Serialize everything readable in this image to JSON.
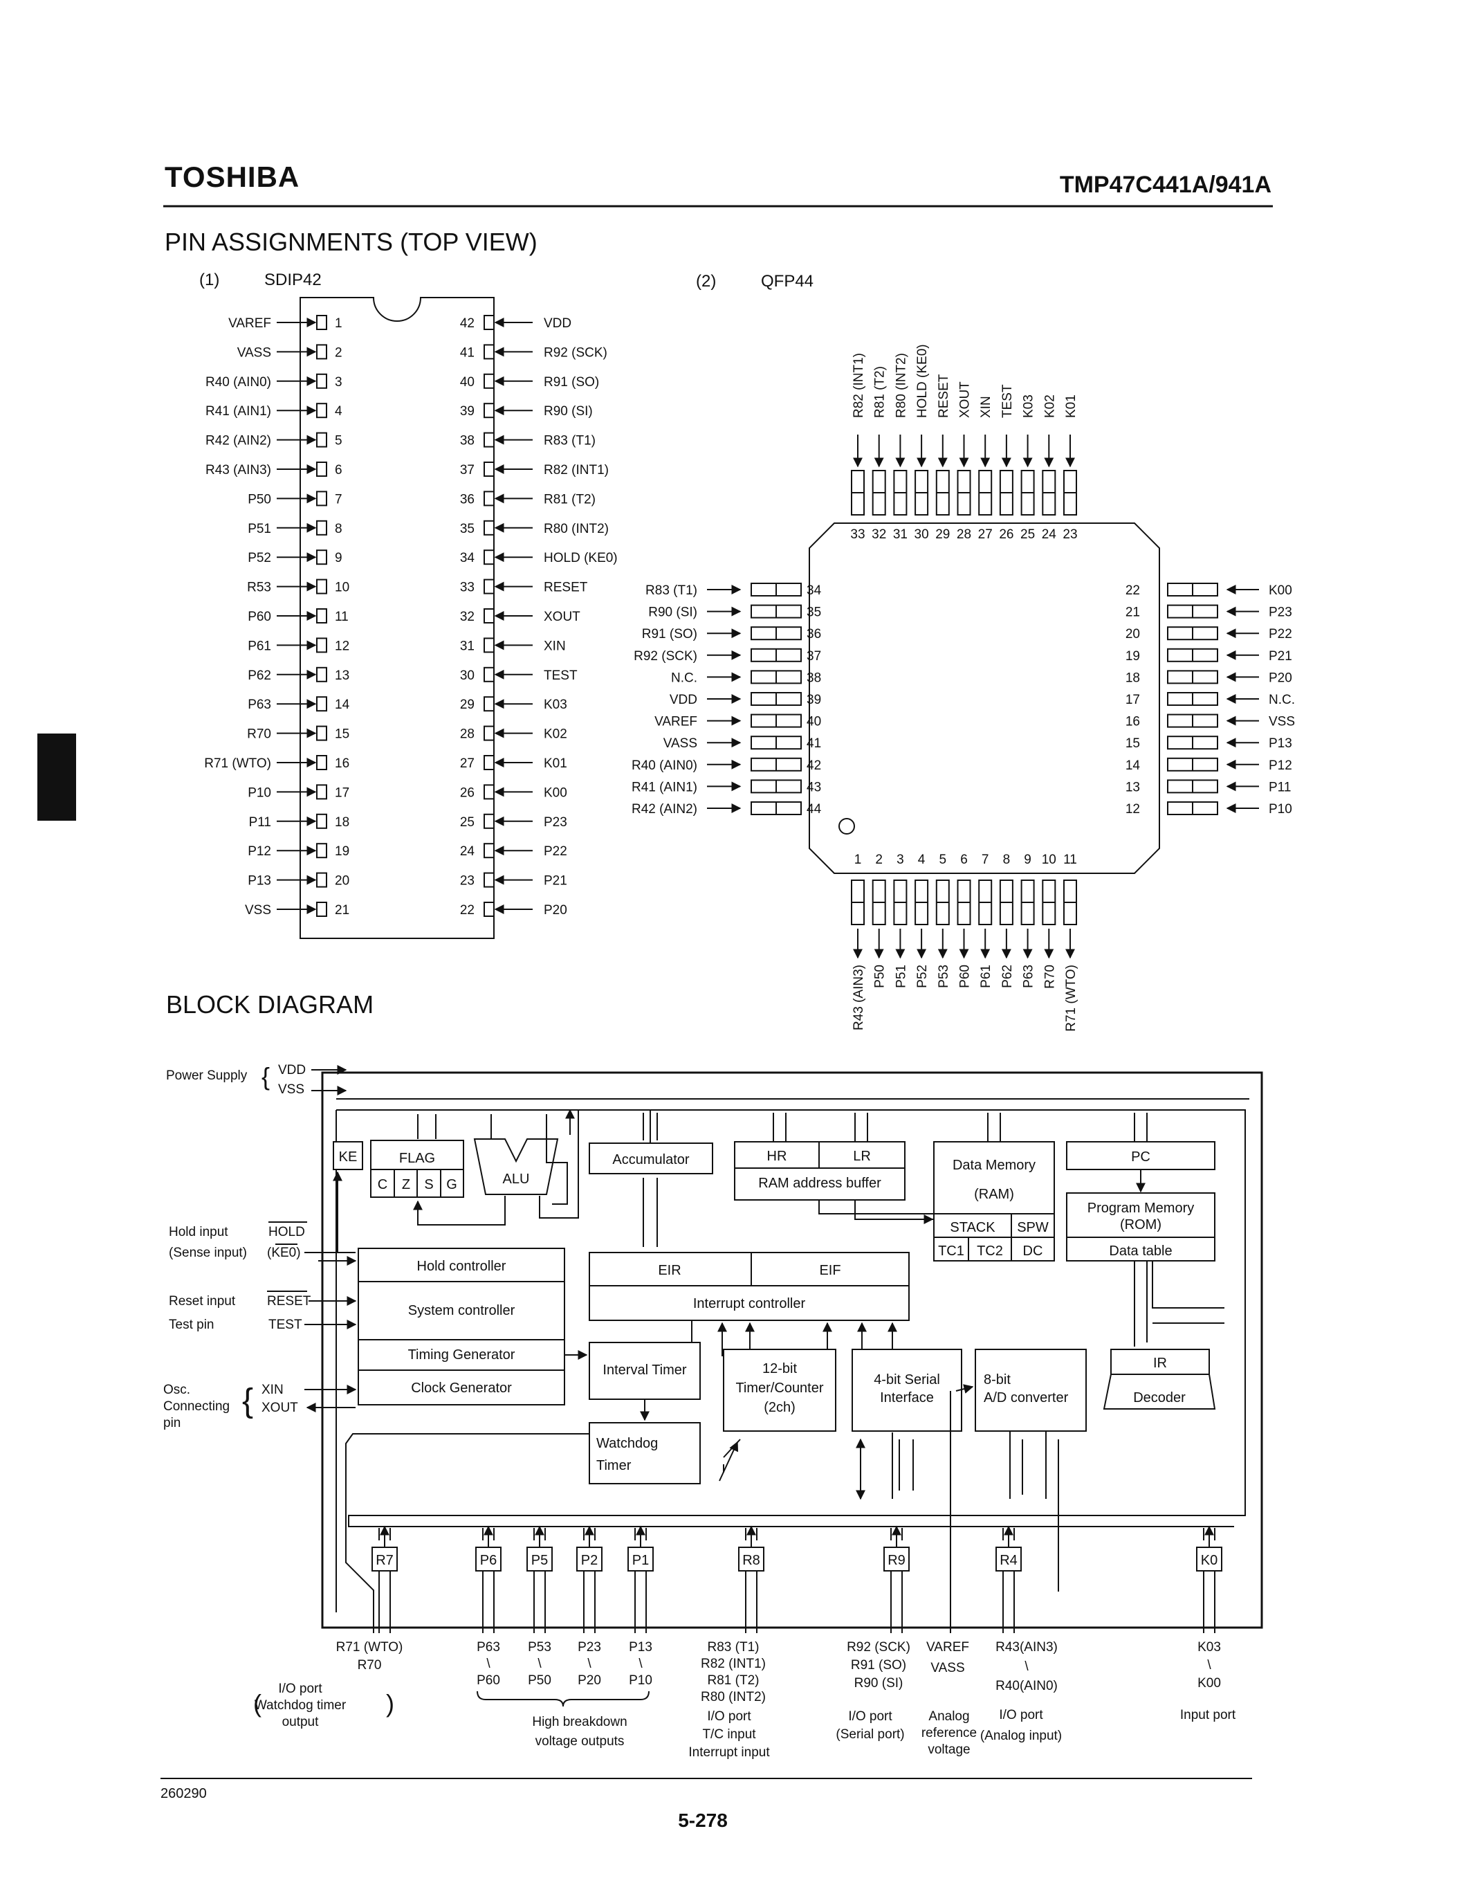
{
  "header": {
    "brand": "TOSHIBA",
    "part_number": "TMP47C441A/941A"
  },
  "pin_section": {
    "title": "PIN ASSIGNMENTS (TOP VIEW)",
    "sdip": {
      "index": "(1)",
      "name": "SDIP42"
    },
    "qfp": {
      "index": "(2)",
      "name": "QFP44"
    }
  },
  "sdip_pins": {
    "left": [
      {
        "n": "1",
        "label": "VAREF"
      },
      {
        "n": "2",
        "label": "VASS"
      },
      {
        "n": "3",
        "label": "R40 (AIN0)"
      },
      {
        "n": "4",
        "label": "R41 (AIN1)"
      },
      {
        "n": "5",
        "label": "R42 (AIN2)"
      },
      {
        "n": "6",
        "label": "R43 (AIN3)"
      },
      {
        "n": "7",
        "label": "P50"
      },
      {
        "n": "8",
        "label": "P51"
      },
      {
        "n": "9",
        "label": "P52"
      },
      {
        "n": "10",
        "label": "R53"
      },
      {
        "n": "11",
        "label": "P60"
      },
      {
        "n": "12",
        "label": "P61"
      },
      {
        "n": "13",
        "label": "P62"
      },
      {
        "n": "14",
        "label": "P63"
      },
      {
        "n": "15",
        "label": "R70"
      },
      {
        "n": "16",
        "label": "R71 (WTO)"
      },
      {
        "n": "17",
        "label": "P10"
      },
      {
        "n": "18",
        "label": "P11"
      },
      {
        "n": "19",
        "label": "P12"
      },
      {
        "n": "20",
        "label": "P13"
      },
      {
        "n": "21",
        "label": "VSS"
      }
    ],
    "right": [
      {
        "n": "42",
        "label": "VDD"
      },
      {
        "n": "41",
        "label": "R92 (SCK)"
      },
      {
        "n": "40",
        "label": "R91 (SO)"
      },
      {
        "n": "39",
        "label": "R90 (SI)"
      },
      {
        "n": "38",
        "label": "R83 (T1)"
      },
      {
        "n": "37",
        "label": "R82 (INT1)"
      },
      {
        "n": "36",
        "label": "R81 (T2)"
      },
      {
        "n": "35",
        "label": "R80 (INT2)"
      },
      {
        "n": "34",
        "label": "HOLD (KE0)"
      },
      {
        "n": "33",
        "label": "RESET"
      },
      {
        "n": "32",
        "label": "XOUT"
      },
      {
        "n": "31",
        "label": "XIN"
      },
      {
        "n": "30",
        "label": "TEST"
      },
      {
        "n": "29",
        "label": "K03"
      },
      {
        "n": "28",
        "label": "K02"
      },
      {
        "n": "27",
        "label": "K01"
      },
      {
        "n": "26",
        "label": "K00"
      },
      {
        "n": "25",
        "label": "P23"
      },
      {
        "n": "24",
        "label": "P22"
      },
      {
        "n": "23",
        "label": "P21"
      },
      {
        "n": "22",
        "label": "P20"
      }
    ]
  },
  "qfp_pins": {
    "top": [
      {
        "n": "33",
        "label": "R82 (INT1)"
      },
      {
        "n": "32",
        "label": "R81 (T2)"
      },
      {
        "n": "31",
        "label": "R80 (INT2)"
      },
      {
        "n": "30",
        "label": "HOLD (KE0)"
      },
      {
        "n": "29",
        "label": "RESET"
      },
      {
        "n": "28",
        "label": "XOUT"
      },
      {
        "n": "27",
        "label": "XIN"
      },
      {
        "n": "26",
        "label": "TEST"
      },
      {
        "n": "25",
        "label": "K03"
      },
      {
        "n": "24",
        "label": "K02"
      },
      {
        "n": "23",
        "label": "K01"
      }
    ],
    "left": [
      {
        "n": "34",
        "label": "R83 (T1)"
      },
      {
        "n": "35",
        "label": "R90 (SI)"
      },
      {
        "n": "36",
        "label": "R91 (SO)"
      },
      {
        "n": "37",
        "label": "R92 (SCK)"
      },
      {
        "n": "38",
        "label": "N.C."
      },
      {
        "n": "39",
        "label": "VDD"
      },
      {
        "n": "40",
        "label": "VAREF"
      },
      {
        "n": "41",
        "label": "VASS"
      },
      {
        "n": "42",
        "label": "R40 (AIN0)"
      },
      {
        "n": "43",
        "label": "R41 (AIN1)"
      },
      {
        "n": "44",
        "label": "R42 (AIN2)"
      }
    ],
    "right": [
      {
        "n": "22",
        "label": "K00"
      },
      {
        "n": "21",
        "label": "P23"
      },
      {
        "n": "20",
        "label": "P22"
      },
      {
        "n": "19",
        "label": "P21"
      },
      {
        "n": "18",
        "label": "P20"
      },
      {
        "n": "17",
        "label": "N.C."
      },
      {
        "n": "16",
        "label": "VSS"
      },
      {
        "n": "15",
        "label": "P13"
      },
      {
        "n": "14",
        "label": "P12"
      },
      {
        "n": "13",
        "label": "P11"
      },
      {
        "n": "12",
        "label": "P10"
      }
    ],
    "bottom": [
      {
        "n": "1",
        "label": "R43 (AIN3)"
      },
      {
        "n": "2",
        "label": "P50"
      },
      {
        "n": "3",
        "label": "P51"
      },
      {
        "n": "4",
        "label": "P52"
      },
      {
        "n": "5",
        "label": "P53"
      },
      {
        "n": "6",
        "label": "P60"
      },
      {
        "n": "7",
        "label": "P61"
      },
      {
        "n": "8",
        "label": "P62"
      },
      {
        "n": "9",
        "label": "P63"
      },
      {
        "n": "10",
        "label": "R70"
      },
      {
        "n": "11",
        "label": "R71 (WTO)"
      }
    ]
  },
  "block": {
    "title": "BLOCK DIAGRAM",
    "power_supply": "Power Supply",
    "vdd": "VDD",
    "vss": "VSS",
    "ke": "KE",
    "flag": "FLAG",
    "flag_bits": [
      "C",
      "Z",
      "S",
      "G"
    ],
    "alu": "ALU",
    "accumulator": "Accumulator",
    "hr": "HR",
    "lr": "LR",
    "ram_address_buffer": "RAM address buffer",
    "data_memory": "Data Memory",
    "ram": "(RAM)",
    "stack": "STACK",
    "spw": "SPW",
    "tc1": "TC1",
    "tc2": "TC2",
    "dc": "DC",
    "pc": "PC",
    "program_memory": "Program Memory",
    "rom": "(ROM)",
    "data_table": "Data table",
    "hold_input": "Hold input",
    "hold": "HOLD",
    "sense_input": "(Sense input)",
    "ke0": "(KE0)",
    "hold_controller": "Hold controller",
    "reset_input": "Reset input",
    "reset": "RESET",
    "test_pin": "Test pin",
    "test": "TEST",
    "system_controller": "System controller",
    "timing_generator": "Timing Generator",
    "clock_generator": "Clock Generator",
    "osc1": "Osc.",
    "osc2": "Connecting",
    "osc3": "pin",
    "xin": "XIN",
    "xout": "XOUT",
    "eir": "EIR",
    "eif": "EIF",
    "interrupt_controller": "Interrupt controller",
    "interval_timer": "Interval Timer",
    "watchdog1": "Watchdog",
    "watchdog2": "Timer",
    "tc_line1": "12-bit",
    "tc_line2": "Timer/Counter",
    "tc_line3": "(2ch)",
    "serial_line1": "4-bit Serial",
    "serial_line2": "Interface",
    "adc_line1": "8-bit",
    "adc_line2": "A/D converter",
    "ir": "IR",
    "decoder": "Decoder",
    "ports": [
      "R7",
      "P6",
      "P5",
      "P2",
      "P1",
      "R8",
      "R9",
      "R4",
      "K0"
    ]
  },
  "port_labels": {
    "r7": [
      "R71 (WTO)",
      "R70"
    ],
    "r7_desc": [
      "I/O port",
      "Watchdog timer",
      "output"
    ],
    "p6": [
      "P63",
      "\\",
      "P60"
    ],
    "p5": [
      "P53",
      "\\",
      "P50"
    ],
    "p2": [
      "P23",
      "\\",
      "P20"
    ],
    "p1": [
      "P13",
      "\\",
      "P10"
    ],
    "hb": [
      "High breakdown",
      "voltage outputs"
    ],
    "r8": [
      "R83 (T1)",
      "R82 (INT1)",
      "R81 (T2)",
      "R80 (INT2)"
    ],
    "r8_desc": [
      "I/O port",
      "T/C input",
      "Interrupt input"
    ],
    "r9": [
      "R92 (SCK)",
      "R91 (SO)",
      "R90 (SI)"
    ],
    "r9_desc": [
      "I/O port",
      "(Serial port)"
    ],
    "vref": [
      "VAREF",
      "VASS"
    ],
    "vref_desc": [
      "Analog",
      "reference",
      "voltage"
    ],
    "r4": [
      "R43(AIN3)",
      "\\",
      "R40(AIN0)"
    ],
    "r4_desc": [
      "I/O port",
      "(Analog input)"
    ],
    "k0": [
      "K03",
      "\\",
      "K00"
    ],
    "k0_desc": [
      "Input port"
    ]
  },
  "footer": {
    "code": "260290",
    "page": "5-278"
  }
}
